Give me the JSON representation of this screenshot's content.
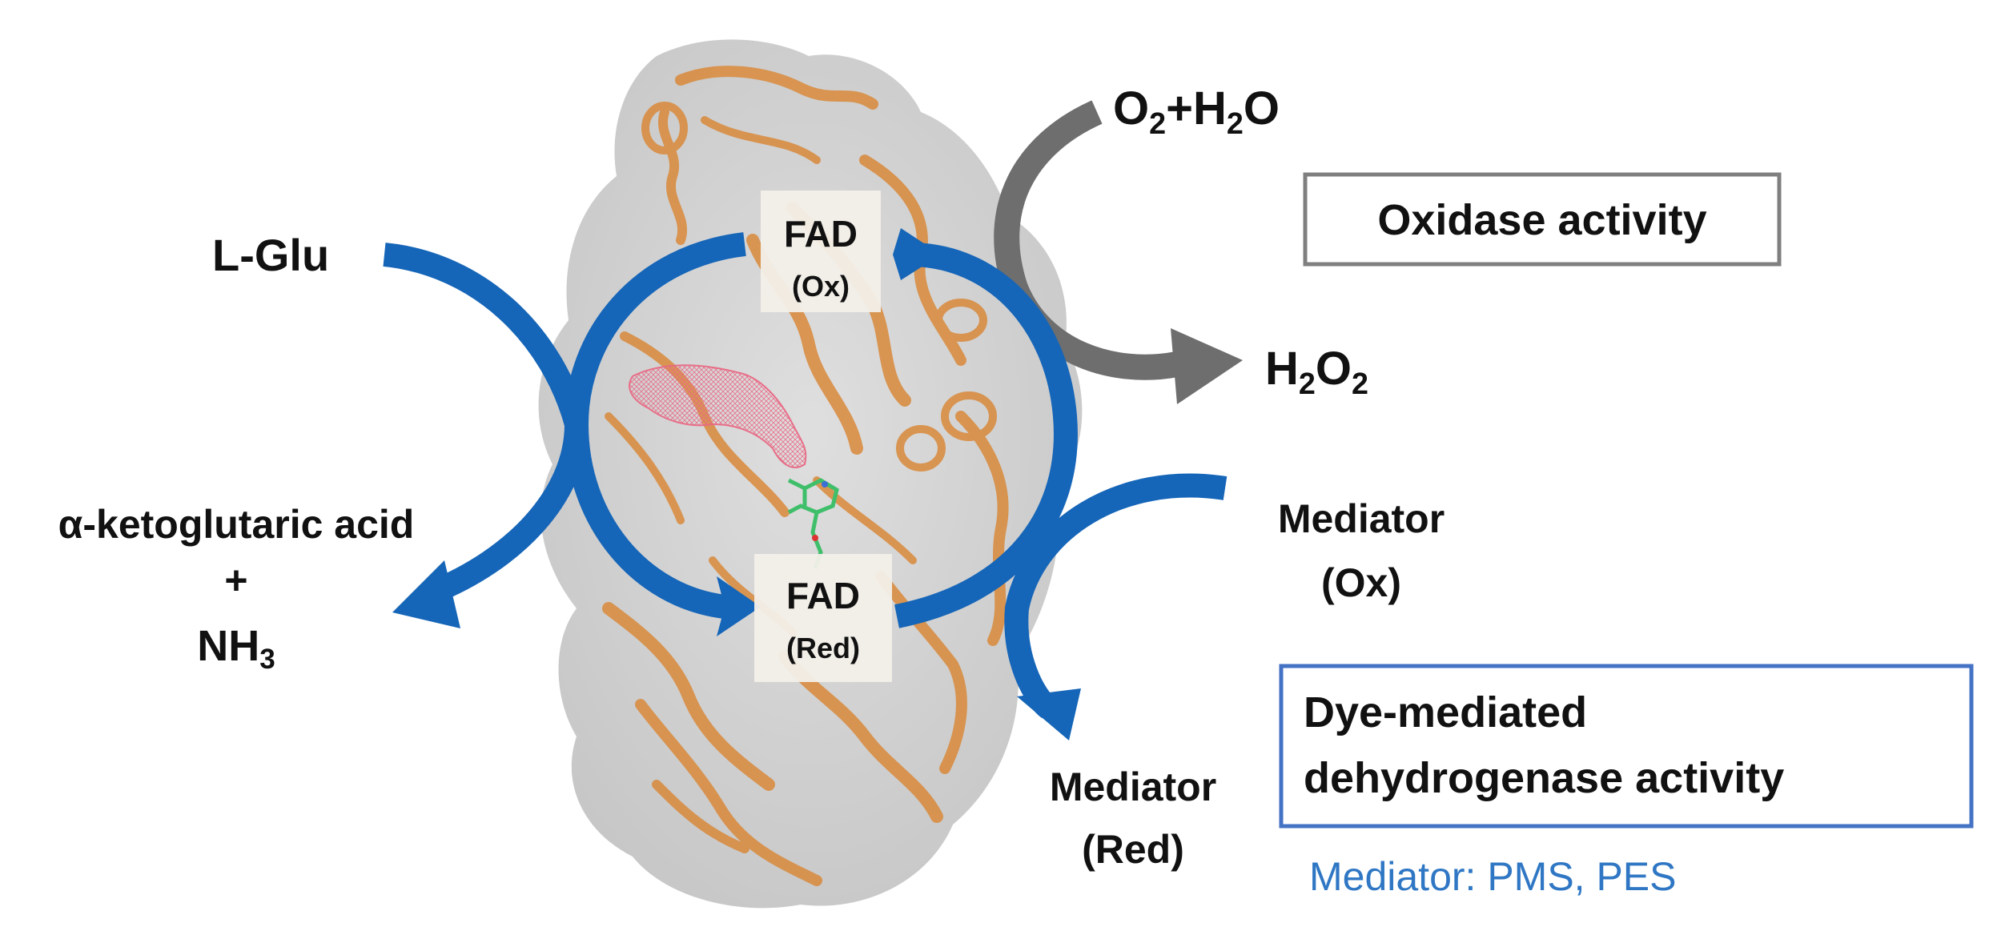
{
  "labels": {
    "l_glu": "L-Glu",
    "product_line1": "α-ketoglutaric acid",
    "product_plus": "+",
    "product_nh3_main": "NH",
    "product_nh3_sub": "3",
    "o2_a": "O",
    "o2_sub": "2",
    "o2_plus_h": "+H",
    "h2o_sub": "2",
    "h2o_o": "O",
    "h2o2_h": "H",
    "h2o2_sub1": "2",
    "h2o2_o": "O",
    "h2o2_sub2": "2",
    "mediator_ox_line1": "Mediator",
    "mediator_ox_line2": "(Ox)",
    "mediator_red_line1": "Mediator",
    "mediator_red_line2": "(Red)"
  },
  "fad_boxes": {
    "top": {
      "title": "FAD",
      "state": "(Ox)"
    },
    "bottom": {
      "title": "FAD",
      "state": "(Red)"
    }
  },
  "activity_boxes": {
    "oxidase": {
      "text": "Oxidase activity",
      "border_color": "#7f7f7f"
    },
    "dehydrogenase": {
      "line1": "Dye-mediated",
      "line2": "dehydrogenase activity",
      "border_color": "#4472c4"
    }
  },
  "mediator_note": "Mediator: PMS, PES",
  "colors": {
    "blue_arrow": "#1565b8",
    "gray_arrow": "#6e6e6e",
    "protein_surface": "#c8c8c8",
    "protein_ribbon": "#d9893a",
    "substrate_mesh": "#ea8fa2",
    "fad_ligand": "#3fbf6a",
    "note_text": "#2f77c4"
  },
  "icons": {
    "protein": "protein-structure-illustration",
    "cycle": "catalytic-cycle-arrows"
  }
}
